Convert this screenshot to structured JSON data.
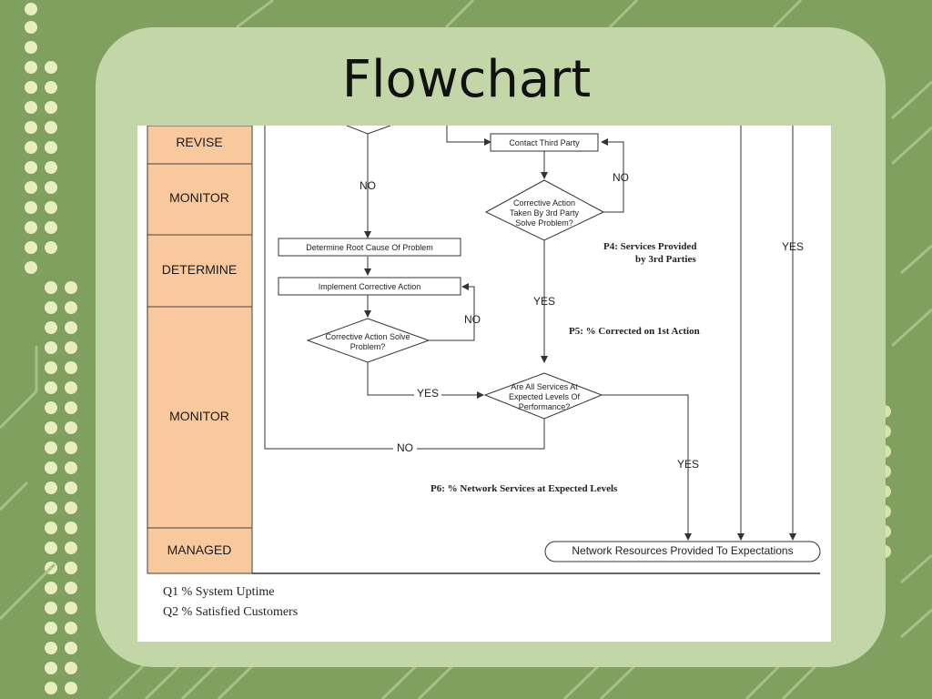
{
  "slide": {
    "title": "Flowchart"
  },
  "stages": [
    "REVISE",
    "MONITOR",
    "DETERMINE",
    "MONITOR",
    "MANAGED"
  ],
  "nodes": {
    "contact_third_party": "Contact Third Party",
    "third_party_solve": [
      "Corrective Action",
      "Taken By 3rd Party",
      "Solve Problem?"
    ],
    "root_cause": "Determine Root Cause Of Problem",
    "implement_action": "Implement Corrective Action",
    "action_solve": [
      "Corrective Action Solve",
      "Problem?"
    ],
    "services_levels": [
      "Are All Services At",
      "Expected Levels Of",
      "Performance?"
    ],
    "resources_provided": "Network Resources Provided To Expectations"
  },
  "edges": {
    "no_top": "NO",
    "no_third_party": "NO",
    "yes_third_party": "YES",
    "no_action_solve": "NO",
    "yes_action_solve": "YES",
    "no_services": "NO",
    "yes_services": "YES",
    "yes_right": "YES"
  },
  "metrics": {
    "p4_line1": "P4:  Services Provided",
    "p4_line2": "by 3rd Parties",
    "p5": "P5:  % Corrected on 1st Action",
    "p6": "P6:  % Network Services at Expected Levels"
  },
  "legend": [
    "Q1  % System Uptime",
    "Q2  % Satisfied Customers"
  ],
  "colors": {
    "swimlane": "#f9c99e",
    "background": "#7fa05e",
    "panel": "#c3d6a8"
  }
}
